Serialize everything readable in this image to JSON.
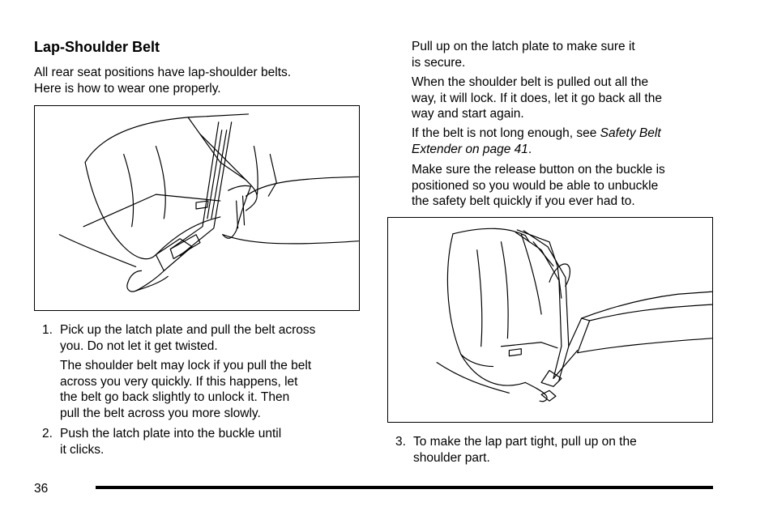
{
  "left": {
    "heading": "Lap-Shoulder Belt",
    "intro_1": "All rear seat positions have lap-shoulder belts.",
    "intro_2": "Here is how to wear one properly.",
    "step1_num": "1.",
    "step1_1": "Pick up the latch plate and pull the belt across",
    "step1_2": "you. Do not let it get twisted.",
    "note_1": "The shoulder belt may lock if you pull the belt",
    "note_2": "across you very quickly. If this happens, let",
    "note_3": "the belt go back slightly to unlock it. Then",
    "note_4": "pull the belt across you more slowly.",
    "step2_num": "2.",
    "step2_1": "Push the latch plate into the buckle until",
    "step2_2": "it clicks."
  },
  "right": {
    "p1_1": "Pull up on the latch plate to make sure it",
    "p1_2": "is secure.",
    "p2_1": "When the shoulder belt is pulled out all the",
    "p2_2": "way, it will lock. If it does, let it go back all the",
    "p2_3": "way and start again.",
    "p3_1_pre": "If the belt is not long enough, see ",
    "p3_1_ital": "Safety Belt",
    "p3_2_ital": "Extender on page 41",
    "p3_2_post": ".",
    "p4_1": "Make sure the release button on the buckle is",
    "p4_2": "positioned so you would be able to unbuckle",
    "p4_3": "the safety belt quickly if you ever had to.",
    "step3_num": "3.",
    "step3_1": "To make the lap part tight, pull up on the",
    "step3_2": "shoulder part."
  },
  "footer": {
    "page_number": "36"
  }
}
